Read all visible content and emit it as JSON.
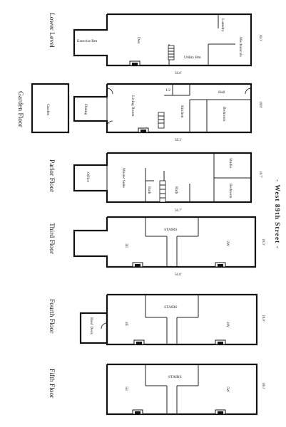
{
  "street": "- West 89th Street -",
  "floors": [
    {
      "name": "Lower Level",
      "rooms": [
        "Exercise Rm",
        "Den",
        "Utility Rm",
        "Laundry",
        "Mechanicals"
      ],
      "width": "56.0'",
      "depth": "16.0'"
    },
    {
      "name": "Garden Floor",
      "rooms": [
        "Garden",
        "Dining",
        "Living Room",
        "Kitchen",
        "Bedroom",
        "Hall",
        "1/2"
      ],
      "width": "56.3'",
      "depth": "18.8'"
    },
    {
      "name": "Parlor Floor",
      "rooms": [
        "Office",
        "Master Suite",
        "Bath",
        "Bath",
        "Studio",
        "Bedroom"
      ],
      "width": "56.7'",
      "depth": "18.7'"
    },
    {
      "name": "Third Floor",
      "rooms": [
        "STAIRS",
        "3E",
        "3W"
      ],
      "width": "56.0'",
      "depth": "18.0'"
    },
    {
      "name": "Fourth Floor",
      "rooms": [
        "STAIRS",
        "4E",
        "4W",
        "Roof Deck"
      ],
      "depth": "18.0'"
    },
    {
      "name": "Fifth Floor",
      "rooms": [
        "STAIRS",
        "5E",
        "5W"
      ],
      "depth": "18.0'"
    }
  ]
}
